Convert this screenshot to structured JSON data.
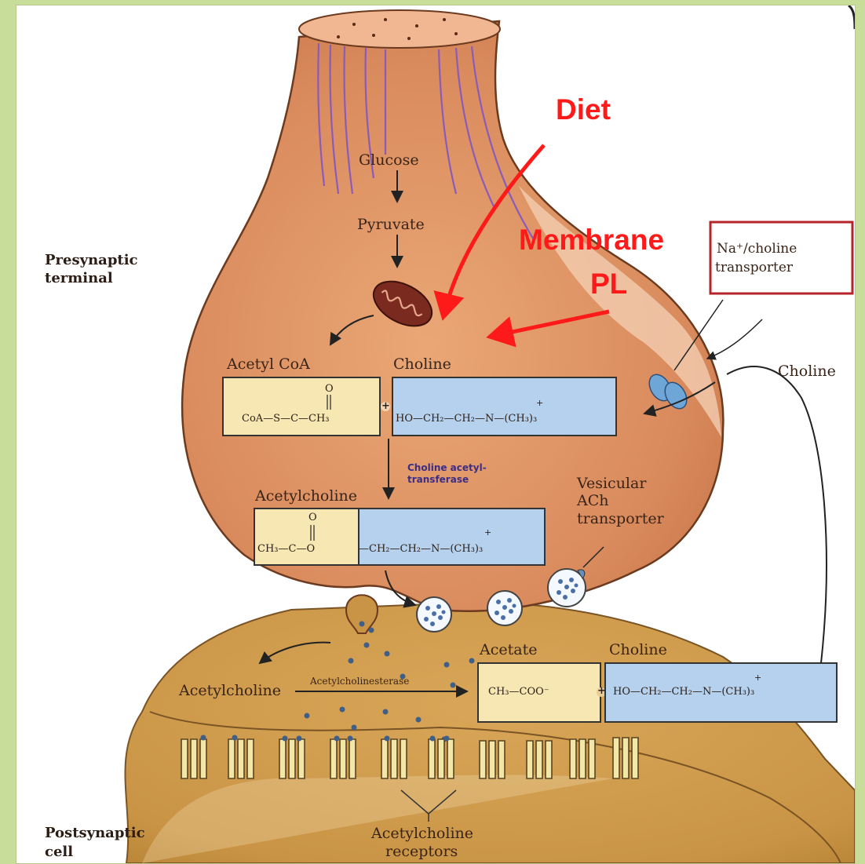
{
  "annotations": {
    "diet": "Diet",
    "membrane_line1": "Membrane",
    "membrane_line2": "PL",
    "transporter_box_line1": "Na⁺/choline",
    "transporter_box_line2": "transporter"
  },
  "labels": {
    "glucose": "Glucose",
    "pyruvate": "Pyruvate",
    "presynaptic_line1": "Presynaptic",
    "presynaptic_line2": "terminal",
    "acetyl_coa": "Acetyl CoA",
    "choline_top": "Choline",
    "choline_outside": "Choline",
    "enzyme_cat_line1": "Choline acetyl-",
    "enzyme_cat_line2": "transferase",
    "acetylcholine_mid": "Acetylcholine",
    "vesicular_line1": "Vesicular",
    "vesicular_line2": "ACh",
    "vesicular_line3": "transporter",
    "acetate": "Acetate",
    "choline_cleft": "Choline",
    "acetylcholine_cleft": "Acetylcholine",
    "ache": "Acetylcholinesterase",
    "postsynaptic_line1": "Postsynaptic",
    "postsynaptic_line2": "cell",
    "receptors_line1": "Acetylcholine",
    "receptors_line2": "receptors"
  },
  "formulas": {
    "acetyl_coa_group": "CoA—S—C—CH₃",
    "carbonyl_o": "O",
    "plus": "+",
    "choline_formula": "HO—CH₂—CH₂—N—(CH₃)₃",
    "ach_left": "CH₃—C—O",
    "ach_right": "—CH₂—CH₂—N—(CH₃)₃",
    "acetate_formula": "CH₃—COO⁻"
  },
  "colors": {
    "background": "#c9dd9a",
    "presynaptic": "#d98a5c",
    "postsynaptic": "#c99445",
    "acetyl_box": "#f7e8b3",
    "choline_box": "#b6d1ee",
    "annotation_red": "#ff1a1a",
    "transporter_box_border": "#b5242b",
    "dendrite_lines": "#8a5bb8"
  }
}
